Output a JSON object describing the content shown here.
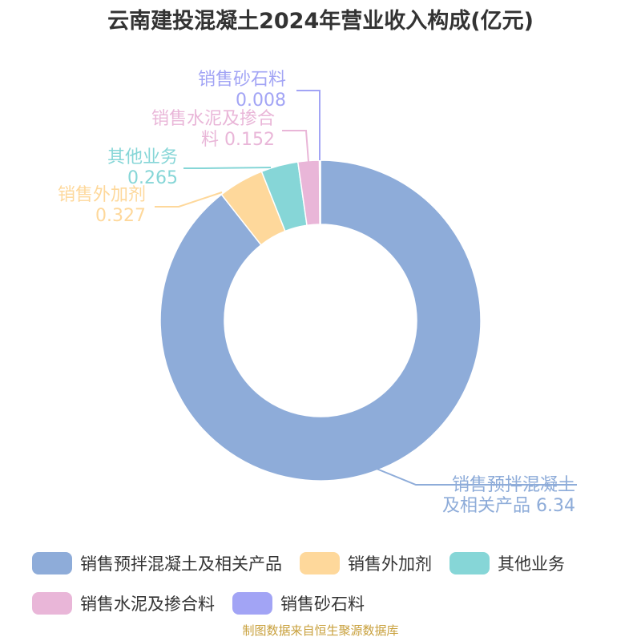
{
  "title": "云南建投混凝土2024年营业收入构成(亿元)",
  "source": "制图数据来自恒生聚源数据库",
  "chart_data": {
    "type": "pie",
    "donut": true,
    "title": "云南建投混凝土2024年营业收入构成(亿元)",
    "legend_placement": "bottom",
    "slices": [
      {
        "name": "销售预拌混凝土及相关产品",
        "value": 6.34,
        "label_lines": [
          "销售预拌混凝土",
          "及相关产品 6.34"
        ],
        "color": "#8eacd9"
      },
      {
        "name": "销售外加剂",
        "value": 0.327,
        "label_lines": [
          "销售外加剂",
          "0.327"
        ],
        "color": "#fed89b"
      },
      {
        "name": "其他业务",
        "value": 0.265,
        "label_lines": [
          "其他业务",
          "0.265"
        ],
        "color": "#86d6d7"
      },
      {
        "name": "销售水泥及掺合料",
        "value": 0.152,
        "label_lines": [
          "销售水泥及掺合",
          "料 0.152"
        ],
        "color": "#e9b6d8"
      },
      {
        "name": "销售砂石料",
        "value": 0.008,
        "label_lines": [
          "销售砂石料",
          "0.008"
        ],
        "color": "#a2a4f5"
      }
    ]
  }
}
